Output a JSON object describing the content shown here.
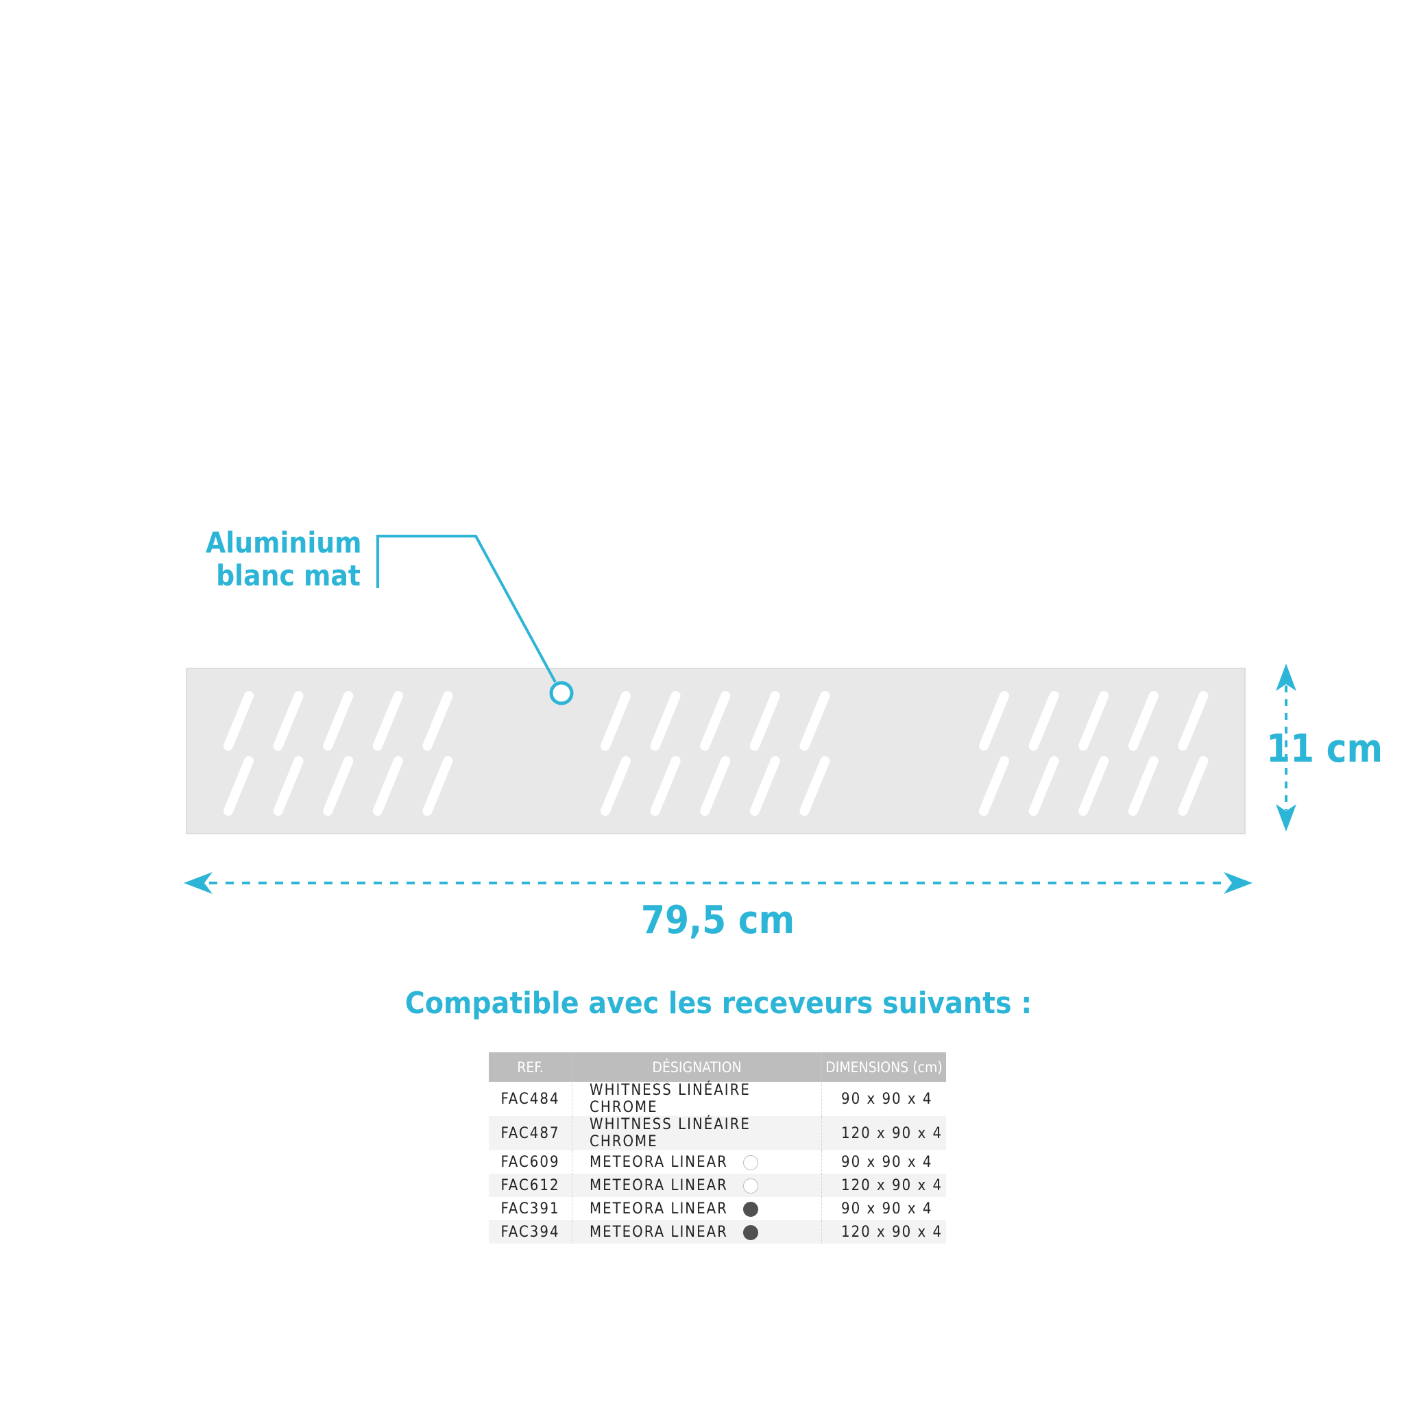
{
  "material_label": [
    "Aluminium",
    "blanc mat"
  ],
  "height_label": "11 cm",
  "width_label": "79,5 cm",
  "compat_title": "Compatible avec les receveurs suivants :",
  "colors": {
    "accent": "#2cb5d6",
    "panel": "#e8e8e8",
    "header": "#bdbdbd"
  },
  "table": {
    "headers": [
      "REF.",
      "DÉSIGNATION",
      "DIMENSIONS (cm)"
    ],
    "rows": [
      {
        "ref": "FAC484",
        "name": "WHITNESS LINÉAIRE CHROME",
        "swatch": "none",
        "dims": "90 x 90 x 4"
      },
      {
        "ref": "FAC487",
        "name": "WHITNESS LINÉAIRE CHROME",
        "swatch": "none",
        "dims": "120 x 90 x 4"
      },
      {
        "ref": "FAC609",
        "name": "METEORA LINEAR",
        "swatch": "white",
        "dims": "90 x 90 x 4"
      },
      {
        "ref": "FAC612",
        "name": "METEORA LINEAR",
        "swatch": "white",
        "dims": "120 x 90 x 4"
      },
      {
        "ref": "FAC391",
        "name": "METEORA LINEAR",
        "swatch": "dark",
        "dims": "90 x 90 x 4"
      },
      {
        "ref": "FAC394",
        "name": "METEORA LINEAR",
        "swatch": "dark",
        "dims": "120 x 90 x 4"
      }
    ]
  }
}
